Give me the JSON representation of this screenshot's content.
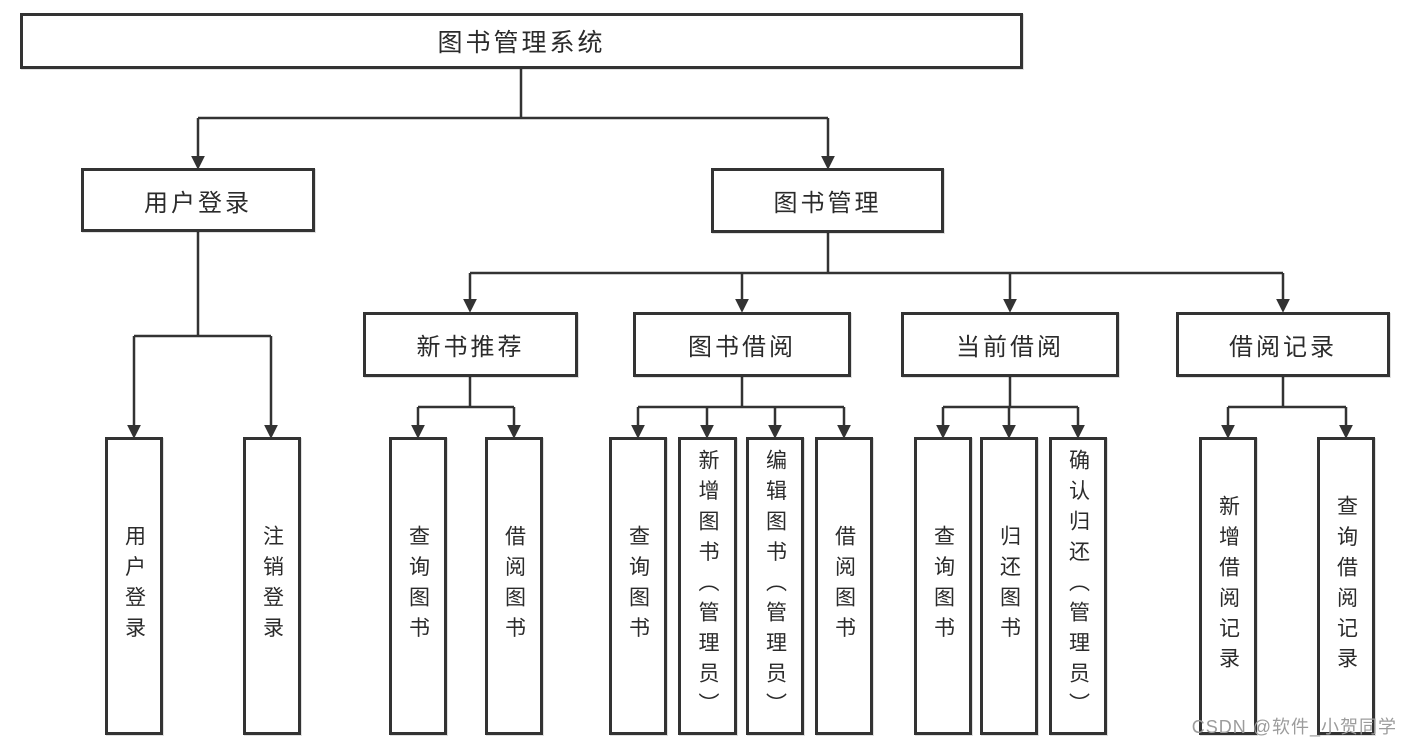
{
  "diagram": {
    "title": "图书管理系统",
    "nodes": {
      "root": "图书管理系统",
      "user_login": "用户登录",
      "book_mgmt": "图书管理",
      "new_books": "新书推荐",
      "book_borrow": "图书借阅",
      "current_borrow": "当前借阅",
      "borrow_records": "借阅记录",
      "leaves": {
        "user_login": [
          "用户登录",
          "注销登录"
        ],
        "new_books": [
          "查询图书",
          "借阅图书"
        ],
        "book_borrow": [
          "查询图书",
          "新增图书（管理员）",
          "编辑图书（管理员）",
          "借阅图书"
        ],
        "current_borrow": [
          "查询图书",
          "归还图书",
          "确认归还（管理员）"
        ],
        "borrow_records": [
          "新增借阅记录",
          "查询借阅记录"
        ]
      }
    },
    "colors": {
      "border": "#333333",
      "text": "#2b2b2b",
      "background": "#ffffff",
      "watermark": "#9c9c9c"
    }
  },
  "watermark": "CSDN @软件_小贺同学"
}
